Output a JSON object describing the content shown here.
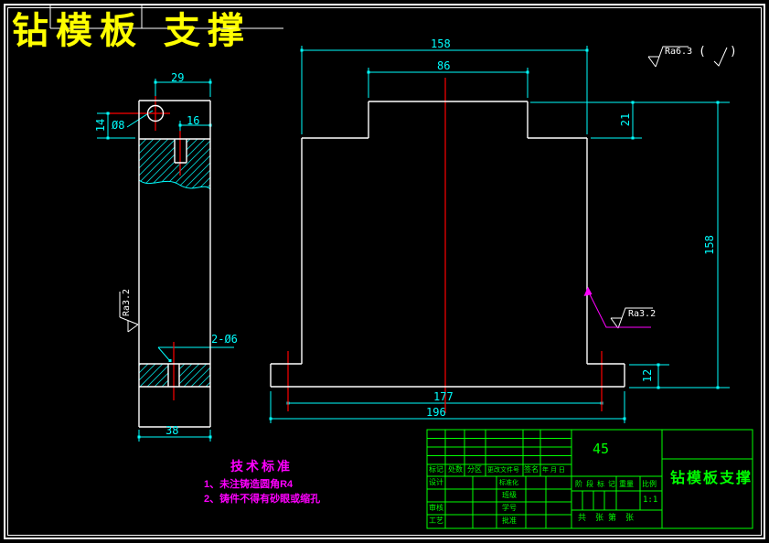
{
  "drawing_title": "钻模板 支撑",
  "dims": {
    "side_width_top": "29",
    "side_hole_offset": "16",
    "side_hole_height": "14",
    "side_hole_dia": "Ø8",
    "side_bottom_holes": "2-Ø6",
    "side_width_bottom": "38",
    "front_width": "158",
    "front_boss_width": "86",
    "front_step_depth": "21",
    "front_height": "158",
    "front_flange_height": "12",
    "front_hole_spacing": "177",
    "front_flange_width": "196"
  },
  "surface_finish": {
    "general": "Ra6.3",
    "paren_open": "(",
    "paren_close": ")",
    "left_face": "Ra3.2",
    "right_face": "Ra3.2"
  },
  "tech_notes": {
    "heading": "技术标准",
    "line1": "1、未注铸造圆角R4",
    "line2": "2、铸件不得有砂眼或缩孔"
  },
  "title_block": {
    "material": "45",
    "part_name": "钻模板支撑",
    "scale": "1:1",
    "header": [
      "标记",
      "处数",
      "分区",
      "更改文件号",
      "签名",
      "年 月 日"
    ],
    "left_rows": [
      "设计",
      "审核",
      "工艺"
    ],
    "mid_rows": [
      "标准化",
      "班级",
      "学号",
      "批准"
    ],
    "stage_label": "阶段标记",
    "weight_label": "重量",
    "scale_label": "比例",
    "sheet_text": "共    张  第    张"
  },
  "colors": {
    "background": "#000000",
    "outline": "#ffffff",
    "dimension": "#00ffff",
    "centerline": "#ff0000",
    "titleblock": "#00ff00",
    "notes": "#ff00ff",
    "title": "#ffff00"
  }
}
